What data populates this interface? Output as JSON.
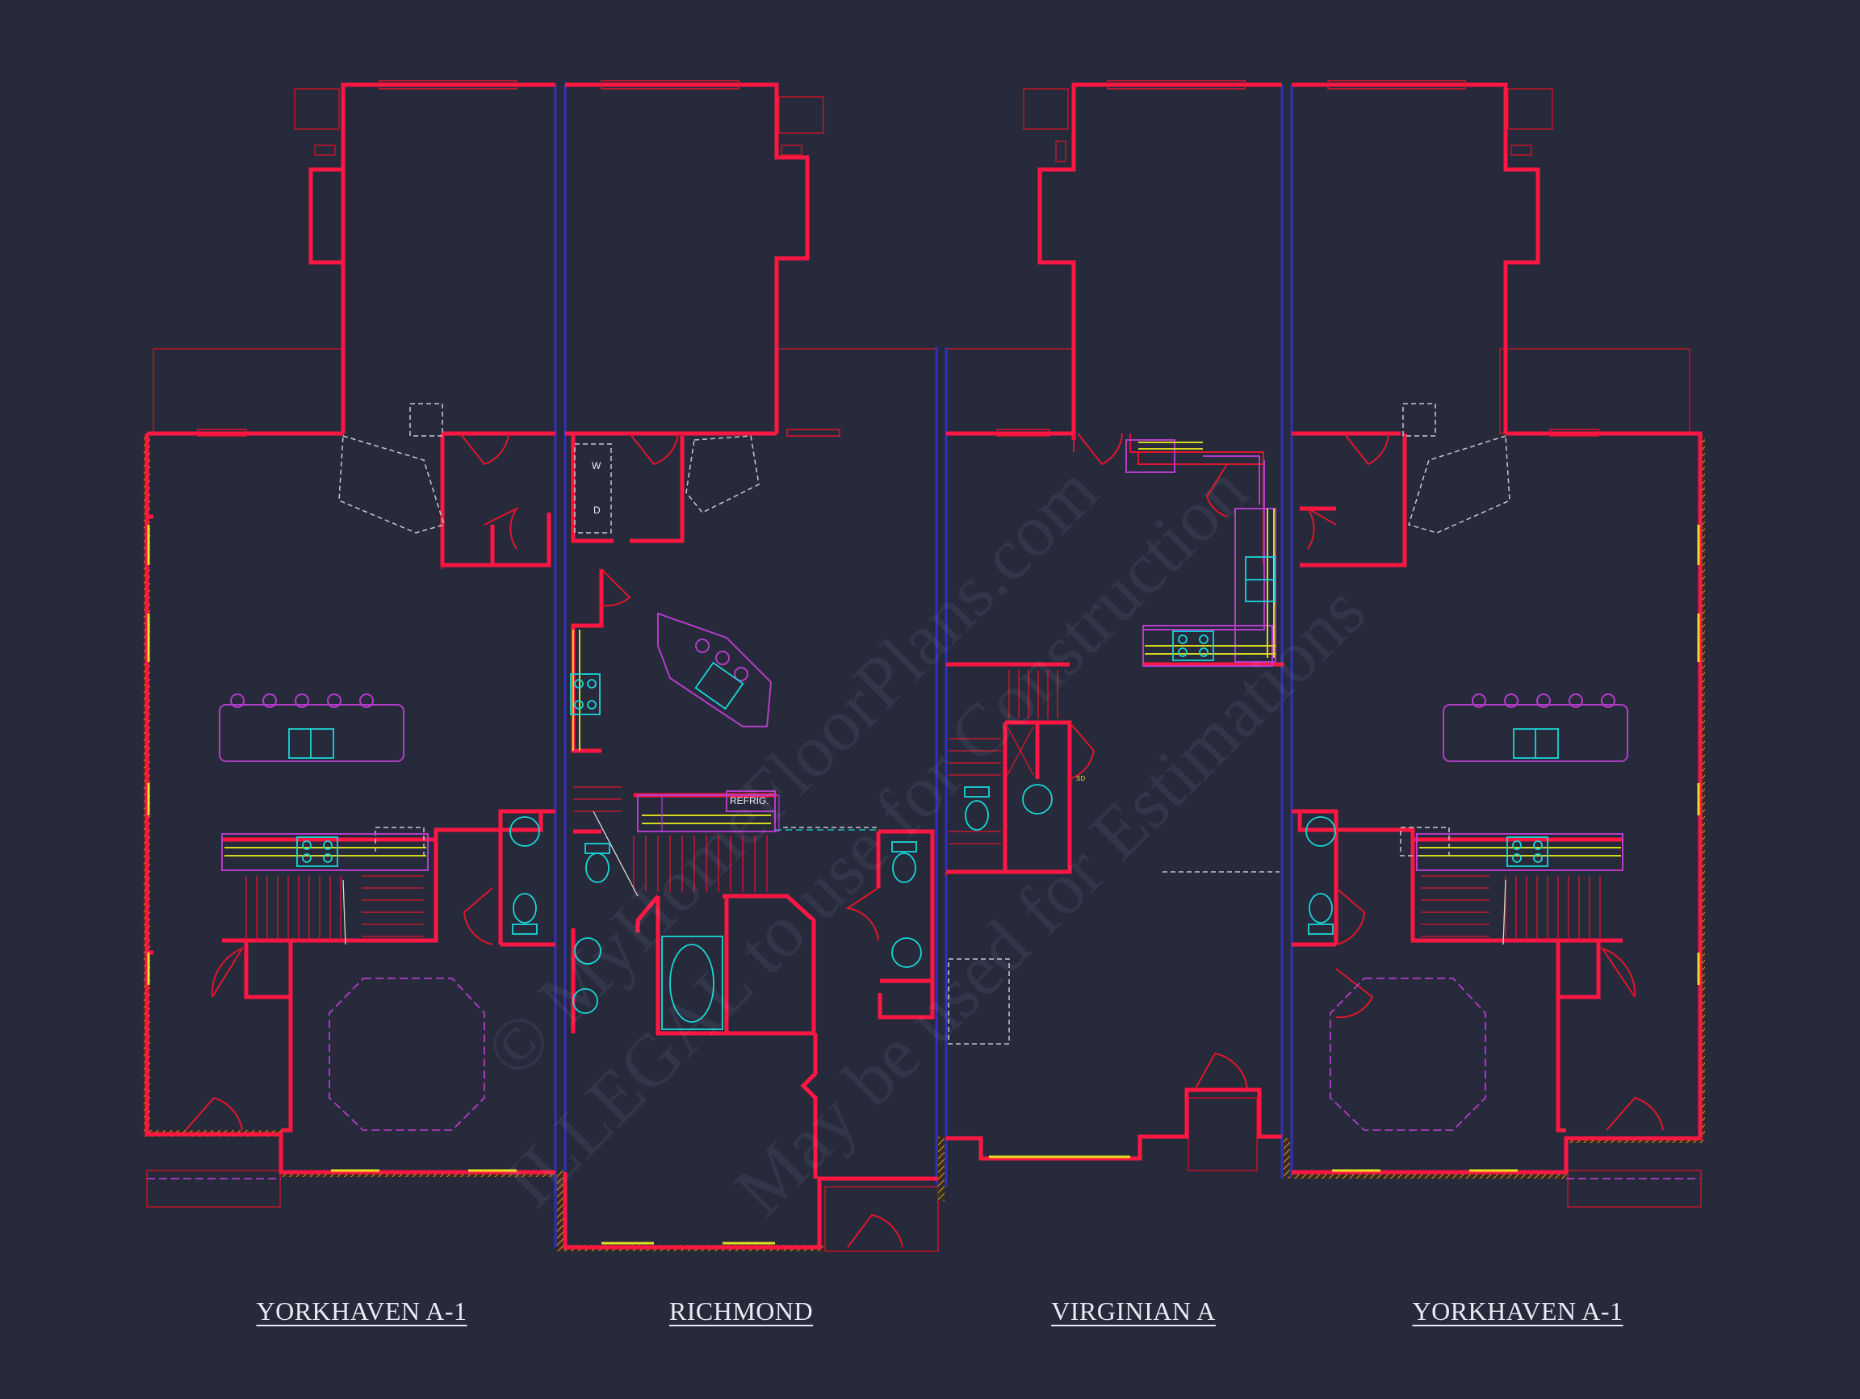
{
  "drawing": {
    "units": [
      {
        "name": "YORKHAVEN A-1"
      },
      {
        "name": "RICHMOND"
      },
      {
        "name": "VIRGINIAN A"
      },
      {
        "name": "YORKHAVEN A-1"
      }
    ],
    "watermark": {
      "line1": "© MyHomeFloorPlans.com",
      "line2": "ILLEGAL to use for Construction",
      "line3": "May be used for Estimations"
    },
    "appliance_labels": {
      "refrigerator": "REFRIG.",
      "washer": "W",
      "dryer": "D",
      "smoke_detector": "SD"
    },
    "colors": {
      "background": "#262a3b",
      "exterior_wall": "#ff1744",
      "party_wall": "#2a2aa8",
      "thin_line": "#d01a2e",
      "cabinetry": "#b43cc8",
      "fixtures": "#19d6d6",
      "counter_edge": "#d8d820",
      "dashed_detail": "#c8c8d0",
      "label_text": "#e9ebf3"
    }
  }
}
